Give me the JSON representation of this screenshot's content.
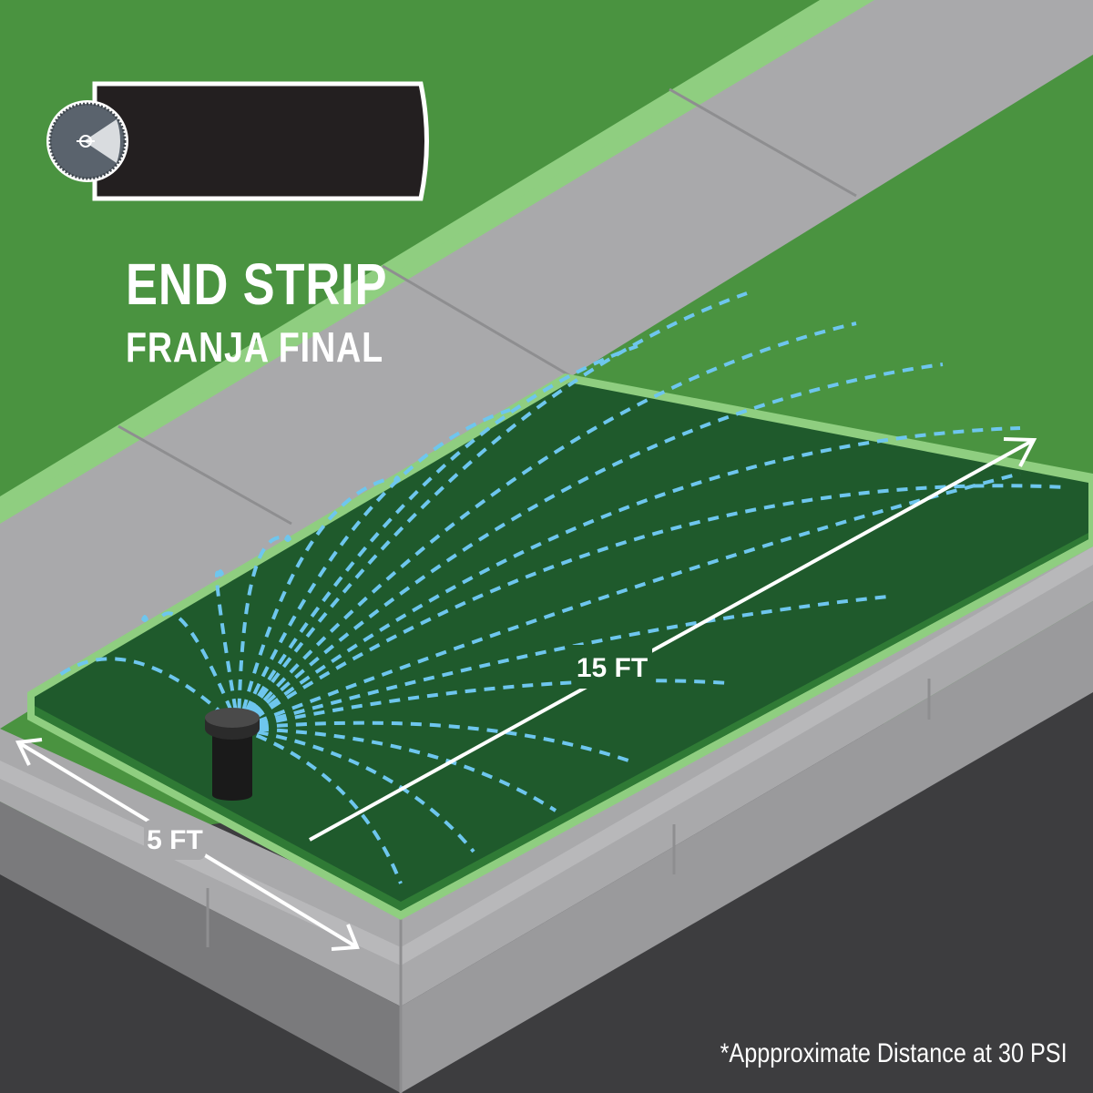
{
  "heading": {
    "title": "END STRIP",
    "subtitle": "FRANJA FINAL"
  },
  "dimensions": {
    "width_label": "5 FT",
    "length_label": "15 FT"
  },
  "footnote": "*Appproximate Distance at 30 PSI",
  "nozzle_icon": {
    "name": "sprinkler-nozzle-icon",
    "pattern": "end-strip-rectangle"
  },
  "colors": {
    "grass": "#4a9340",
    "grass_light": "#8fce80",
    "turf": "#1f5a2c",
    "concrete": "#a9a9ab",
    "concrete_dark": "#7a7a7c",
    "asphalt": "#3d3d3f",
    "spray": "#6ec6ee",
    "sprinkler": "#1a1a1a"
  }
}
